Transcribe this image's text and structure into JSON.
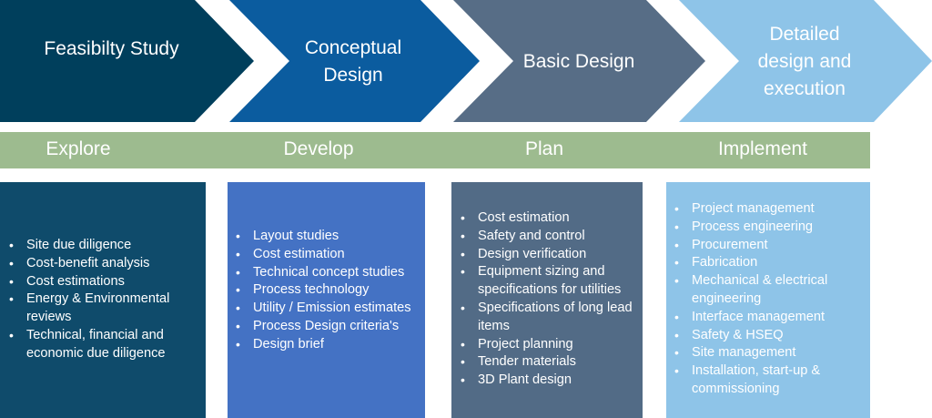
{
  "stages": [
    {
      "title": "Feasibilty Study",
      "color": "#003f5c"
    },
    {
      "title": "Conceptual\nDesign",
      "color": "#0b5c9f"
    },
    {
      "title": "Basic Design",
      "color": "#576d86"
    },
    {
      "title": "Detailed\ndesign and\nexecution",
      "color": "#8ec4e8"
    }
  ],
  "phases": [
    "Explore",
    "Develop",
    "Plan",
    "Implement"
  ],
  "phase_bar_color": "#9dbb8f",
  "boxes": [
    {
      "color": "#0f4b6b",
      "items": [
        "Site due diligence",
        "Cost-benefit analysis",
        "Cost estimations",
        "Energy & Environmental reviews",
        "Technical, financial and economic due diligence"
      ]
    },
    {
      "color": "#4472c4",
      "items": [
        "Layout studies",
        "Cost estimation",
        "Technical concept studies",
        "Process technology",
        "Utility / Emission estimates",
        "Process Design criteria's",
        "Design brief"
      ]
    },
    {
      "color": "#526b86",
      "items": [
        "Cost estimation",
        "Safety and control",
        "Design verification",
        "Equipment sizing and specifications for utilities",
        "Specifications of long lead items",
        "Project planning",
        "Tender materials",
        "3D Plant design"
      ]
    },
    {
      "color": "#8ec4e8",
      "items": [
        "Project management",
        "Process engineering",
        "Procurement",
        "Fabrication",
        "Mechanical & electrical engineering",
        "Interface management",
        "Safety & HSEQ",
        "Site management",
        "Installation, start-up & commissioning"
      ]
    }
  ]
}
